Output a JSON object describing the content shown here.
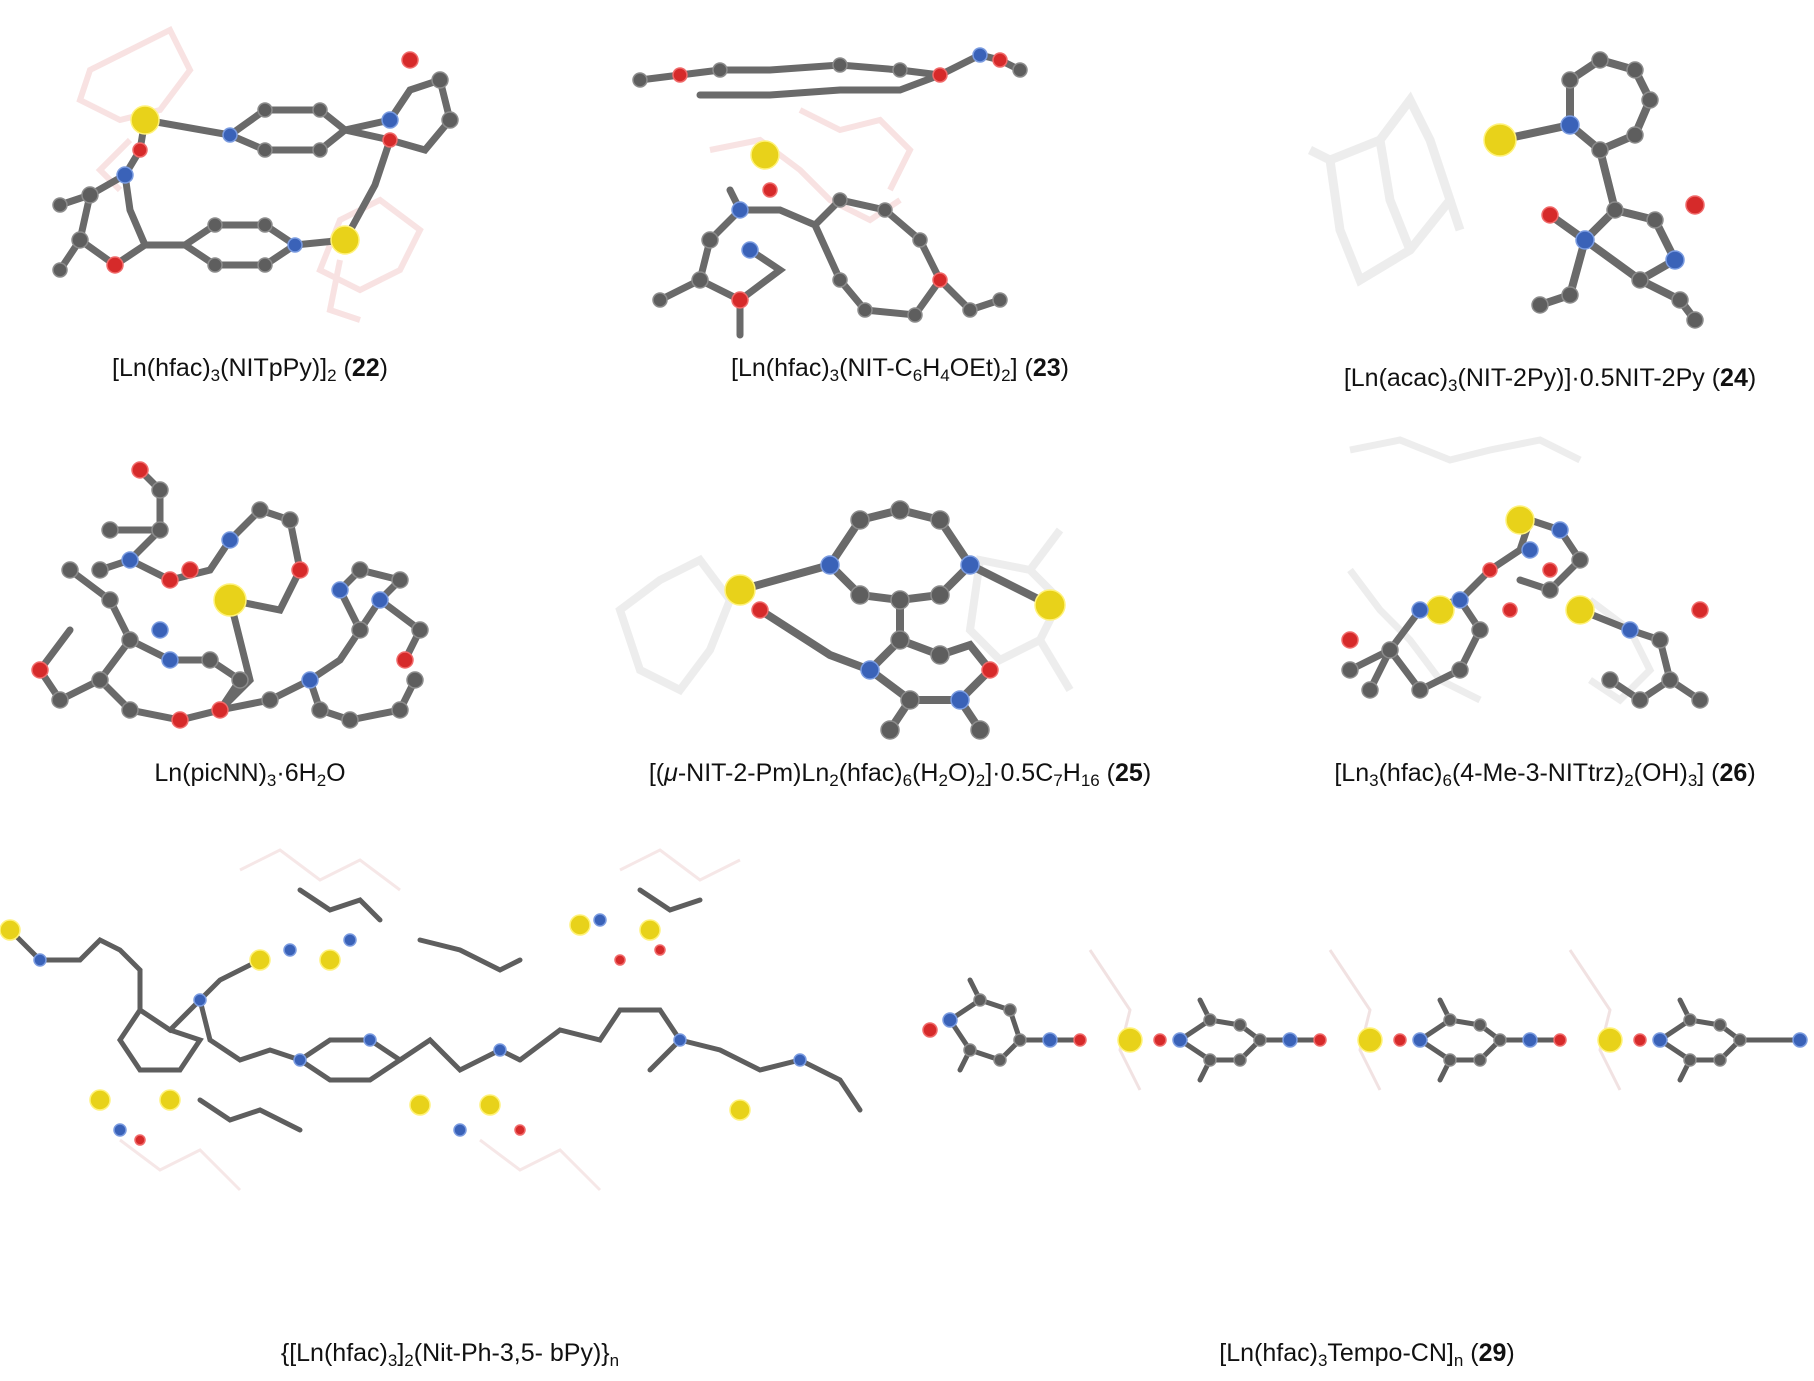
{
  "colors": {
    "carbon": "#5e5e5e",
    "oxygen": "#d62a2a",
    "nitrogen": "#3a62b8",
    "lanthanide": "#e8d21a",
    "bond": "#6a6a6a"
  },
  "atom_types": [
    "carbon",
    "oxygen",
    "nitrogen",
    "lanthanide"
  ],
  "captions": {
    "c22": {
      "a": "[Ln(hfac)",
      "s1": "3",
      "b": "(NITpPy)]",
      "s2": "2",
      "c": " (",
      "num": "22",
      "d": ")"
    },
    "c23": {
      "a": "[Ln(hfac)",
      "s1": "3",
      "b": "(NIT-C",
      "s2": "6",
      "c": "H",
      "s3": "4",
      "d": "OEt)",
      "s4": "2",
      "e": "] (",
      "num": "23",
      "f": ")"
    },
    "c24": {
      "a": "[Ln(acac)",
      "s1": "3",
      "b": "(NIT-2Py)]·0.5NIT-2Py (",
      "num": "24",
      "c": ")"
    },
    "cpic": {
      "a": "Ln(picNN)",
      "s1": "3",
      "b": "·6H",
      "s2": "2",
      "c": "O"
    },
    "c25": {
      "a": "[(",
      "mu": "μ",
      "b": "-NIT-2-Pm)Ln",
      "s1": "2",
      "c": "(hfac)",
      "s2": "6",
      "d": "(H",
      "s3": "2",
      "e": "O)",
      "s4": "2",
      "f": "]·0.5C",
      "s5": "7",
      "g": "H",
      "s6": "16",
      "h": " (",
      "num": "25",
      "i": ")"
    },
    "c26": {
      "a": "[Ln",
      "s1": "3",
      "b": "(hfac)",
      "s2": "6",
      "c": "(4-Me-3-NITtrz)",
      "s3": "2",
      "d": "(OH)",
      "s4": "3",
      "e": "] (",
      "num": "26",
      "f": ")"
    },
    "cbpy": {
      "a": "{[Ln(hfac)",
      "s1": "3",
      "b": "]",
      "s2": "2",
      "c": "(Nit-Ph-3,5- bPy)}",
      "s3": "n"
    },
    "c29": {
      "a": "[Ln(hfac)",
      "s1": "3",
      "b": "Tempo-CN]",
      "s2": "n",
      "c": " (",
      "num": "29",
      "d": ")"
    }
  }
}
